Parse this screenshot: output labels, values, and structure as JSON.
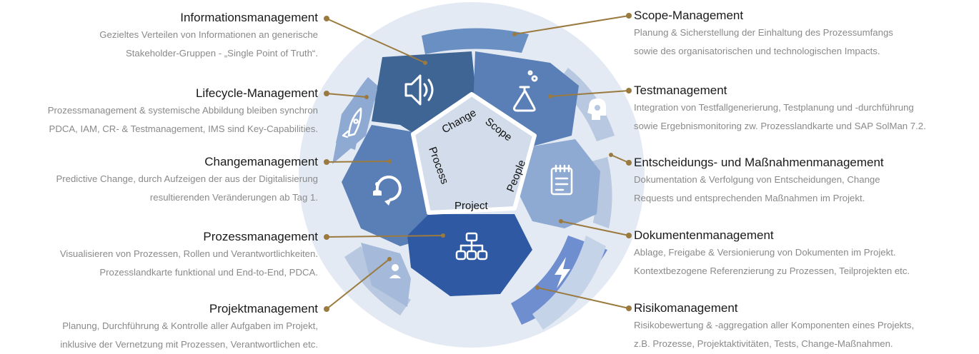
{
  "center": {
    "change": "Change",
    "scope": "Scope",
    "process": "Process",
    "people": "People",
    "project": "Project"
  },
  "colors": {
    "dark": "#3a6193",
    "mid": "#5a7fb6",
    "light": "#8eaad2",
    "pale": "#b7c8e0",
    "center": "#d2dcea",
    "connector": "#9a7a3e"
  },
  "items": [
    {
      "id": "info",
      "title": "Informationsmanagement",
      "lines": [
        "Gezieltes Verteilen von Informationen an generische",
        "Stakeholder-Gruppen - „Single Point of Truth“."
      ],
      "icon": "speaker-icon"
    },
    {
      "id": "lifecycle",
      "title": "Lifecycle-Management",
      "lines": [
        "Prozessmanagement & systemische Abbildung bleiben synchron",
        "PDCA, IAM, CR- & Testmanagement, IMS sind Key-Capabilities."
      ],
      "icon": "rocket-icon"
    },
    {
      "id": "change",
      "title": "Changemanagement",
      "lines": [
        "Predictive Change, durch Aufzeigen der aus der Digitalisierung",
        "resultierenden Veränderungen ab Tag 1."
      ],
      "icon": "change-cycle-icon"
    },
    {
      "id": "prozess",
      "title": "Prozessmanagement",
      "lines": [
        "Visualisieren von Prozessen, Rollen und Verantwortlichkeiten.",
        "Prozesslandkarte funktional und End-to-End, PDCA."
      ],
      "icon": "org-chart-icon"
    },
    {
      "id": "projekt",
      "title": "Projektmanagement",
      "lines": [
        "Planung, Durchführung & Kontrolle aller Aufgaben im Projekt,",
        "inklusive der Vernetzung mit Prozessen, Verantwortlichen etc."
      ],
      "icon": "person-pin-icon"
    },
    {
      "id": "scope",
      "title": "Scope-Management",
      "lines": [
        "Planung & Sicherstellung der Einhaltung des Prozessumfangs",
        "sowie des organisatorischen und technologischen Impacts."
      ],
      "icon": ""
    },
    {
      "id": "test",
      "title": "Testmanagement",
      "lines": [
        "Integration von Testfallgenerierung, Testplanung und -durchführung",
        "sowie Ergebnismonitoring zw. Prozesslandkarte und SAP SolMan 7.2."
      ],
      "icon": "flask-icon"
    },
    {
      "id": "entscheidung",
      "title": "Entscheidungs- und Maßnahmenmanagement",
      "lines": [
        "Dokumentation & Verfolgung von Entscheidungen, Change",
        "Requests und entsprechenden Maßnahmen im Projekt."
      ],
      "icon": "head-gear-icon"
    },
    {
      "id": "dokument",
      "title": "Dokumentenmanagement",
      "lines": [
        "Ablage, Freigabe & Versionierung von Dokumenten im Projekt.",
        "Kontextbezogene Referenzierung zu Prozessen, Teilprojekten etc."
      ],
      "icon": "notepad-icon"
    },
    {
      "id": "risiko",
      "title": "Risikomanagement",
      "lines": [
        "Risikobewertung & -aggregation aller Komponenten eines Projekts,",
        "z.B. Prozesse, Projektaktivitäten, Tests, Change-Maßnahmen."
      ],
      "icon": "lightning-icon"
    }
  ]
}
